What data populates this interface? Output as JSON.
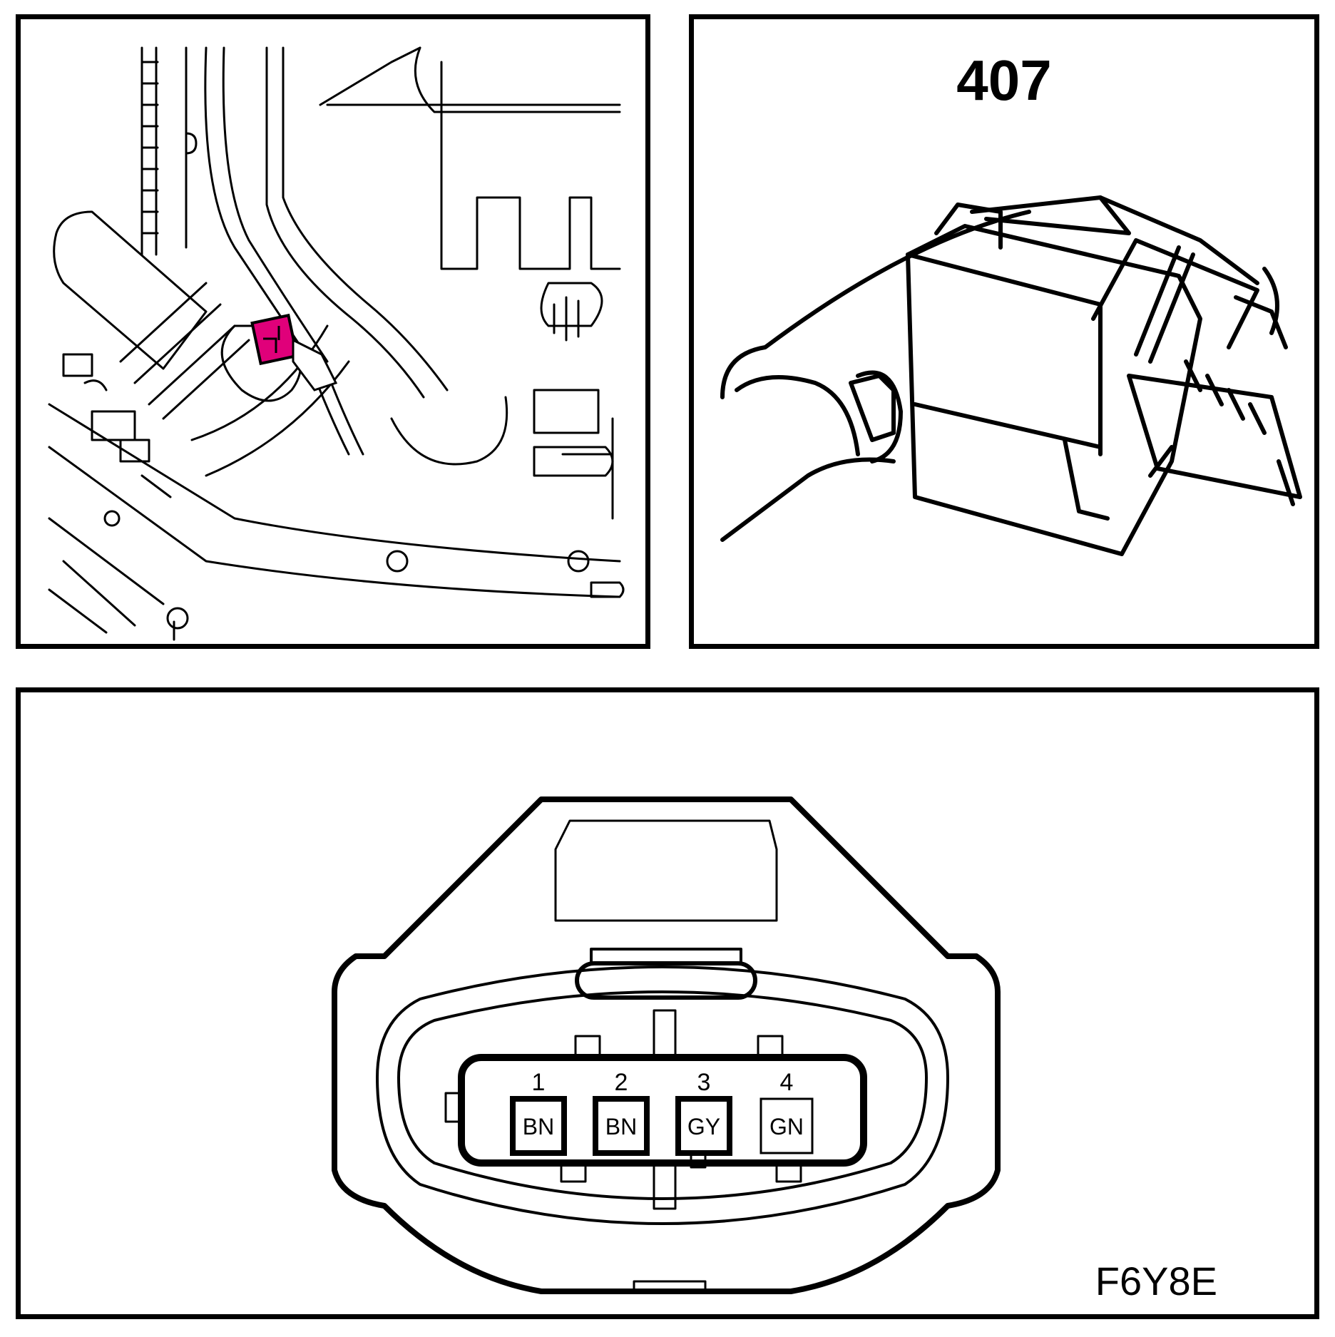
{
  "colors": {
    "line": "#000000",
    "highlight": "#e0007a",
    "background": "#ffffff"
  },
  "connector_callout": "407",
  "figure_code": "F6Y8E",
  "pins": [
    {
      "number": "1",
      "color_code": "BN"
    },
    {
      "number": "2",
      "color_code": "BN"
    },
    {
      "number": "3",
      "color_code": "GY"
    },
    {
      "number": "4",
      "color_code": "GN"
    }
  ]
}
